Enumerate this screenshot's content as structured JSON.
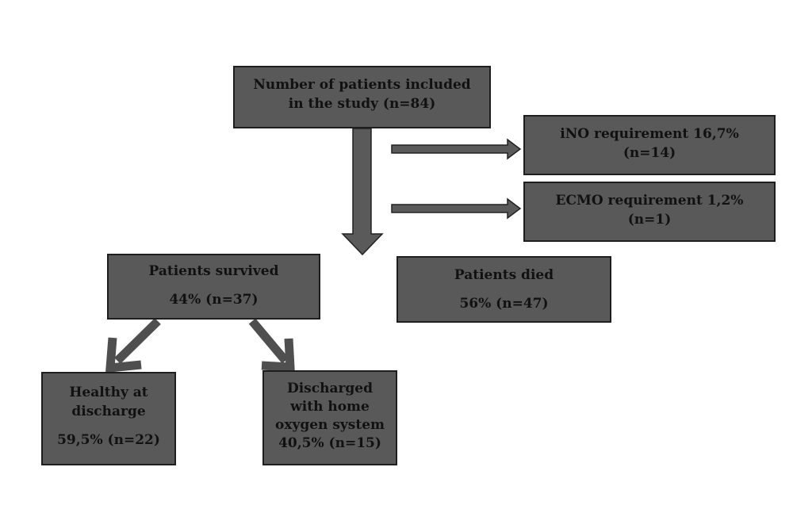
{
  "boxes": {
    "included": {
      "line1": "Number of patients included",
      "line2": "in the study (n=84)"
    },
    "ino": {
      "line1": "iNO requirement 16,7%",
      "line2": "(n=14)"
    },
    "ecmo": {
      "line1": "ECMO requirement 1,2%",
      "line2": "(n=1)"
    },
    "survived": {
      "line1": "Patients survived",
      "line2": "44% (n=37)"
    },
    "died": {
      "line1": "Patients died",
      "line2": "56% (n=47)"
    },
    "healthy": {
      "line1": "Healthy at",
      "line2": "discharge",
      "line3": "59,5% (n=22)"
    },
    "home_oxygen": {
      "line1": "Discharged",
      "line2": "with home",
      "line3": "oxygen system",
      "line4": "40,5% (n=15)"
    }
  },
  "colors": {
    "box_fill": "#595959",
    "box_border": "#1e1e1e",
    "arrow_fill": "#5a5a5a",
    "text": "#111111",
    "background": "#ffffff"
  }
}
